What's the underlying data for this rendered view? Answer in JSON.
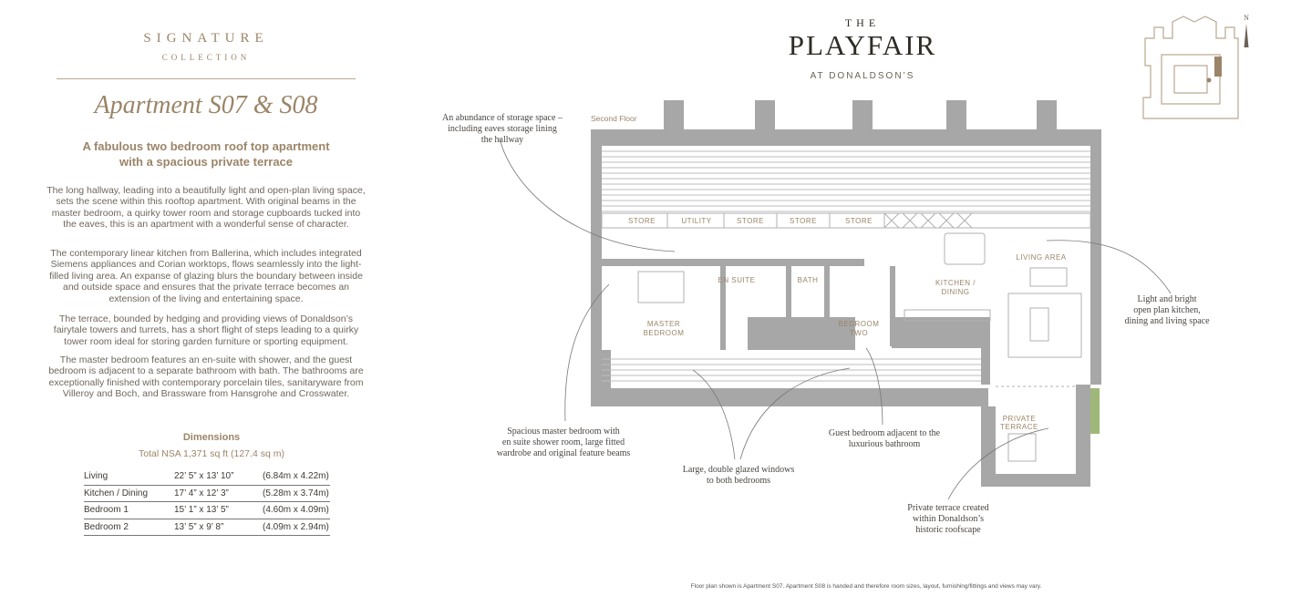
{
  "collection": {
    "title": "SIGNATURE",
    "subtitle": "COLLECTION"
  },
  "apartment_title": "Apartment S07 & S08",
  "headline_line1": "A fabulous two bedroom roof top apartment",
  "headline_line2": "with a spacious private terrace",
  "paragraphs": [
    "The long hallway, leading into a beautifully light and open-plan living space, sets the scene within this rooftop apartment. With original beams in the master bedroom, a quirky tower room and storage cupboards tucked into the eaves, this is an apartment with a wonderful sense of character.",
    "The contemporary linear kitchen from Ballerina, which includes integrated Siemens appliances and Corian worktops, flows seamlessly into the light-filled living area. An expanse of glazing blurs the boundary between inside and outside space and ensures that the private terrace becomes an extension of the living and entertaining space.",
    "The terrace, bounded by hedging and providing views of Donaldson’s fairytale towers and turrets, has a short flight of steps leading to a quirky tower room ideal for storing garden furniture or sporting equipment.",
    "The master bedroom features an en-suite with shower, and the guest bedroom is adjacent to a separate bathroom with bath. The bathrooms are exceptionally finished with contemporary porcelain tiles, sanitaryware from Villeroy and Boch, and Brassware from Hansgrohe and Crosswater."
  ],
  "dimensions": {
    "title": "Dimensions",
    "total": "Total NSA 1,371 sq ft (127.4 sq m)",
    "rows": [
      {
        "room": "Living",
        "imperial": "22’ 5” x 13’ 10”",
        "metric": "(6.84m x 4.22m)"
      },
      {
        "room": "Kitchen / Dining",
        "imperial": "17’ 4” x 12’ 3”",
        "metric": "(5.28m x 3.74m)"
      },
      {
        "room": "Bedroom 1",
        "imperial": "15’ 1” x 13’ 5”",
        "metric": "(4.60m x 4.09m)"
      },
      {
        "room": "Bedroom 2",
        "imperial": "13’ 5” x 9’ 8”",
        "metric": "(4.09m x 2.94m)"
      }
    ]
  },
  "logo": {
    "the": "THE",
    "main": "PLAYFAIR",
    "sub": "AT DONALDSON’S"
  },
  "compass": "N",
  "floor_label": "Second Floor",
  "rooms": {
    "store1": "STORE",
    "utility": "UTILITY",
    "store2": "STORE",
    "store3": "STORE",
    "store4": "STORE",
    "ensuite": "EN SUITE",
    "bath": "BATH",
    "master_1": "MASTER",
    "master_2": "BEDROOM",
    "bed2_1": "BEDROOM",
    "bed2_2": "TWO",
    "kitchen_1": "KITCHEN /",
    "kitchen_2": "DINING",
    "living": "LIVING AREA",
    "terrace_1": "PRIVATE",
    "terrace_2": "TERRACE"
  },
  "notes": {
    "storage": [
      "An abundance of storage space –",
      "including eaves storage lining",
      "the hallway"
    ],
    "light": [
      "Light and bright",
      "open plan kitchen,",
      "dining and living space"
    ],
    "master": [
      "Spacious master bedroom with",
      "en suite shower room, large fitted",
      "wardrobe and original feature beams"
    ],
    "windows": [
      "Large, double glazed windows",
      "to both bedrooms"
    ],
    "guest": [
      "Guest bedroom adjacent to the",
      "luxurious bathroom"
    ],
    "terrace": [
      "Private terrace created",
      "within Donaldson’s",
      "historic roofscape"
    ]
  },
  "footer": "Floor plan shown is Apartment S07. Apartment S08 is handed and therefore room sizes, layout, furnishing/fittings and views may vary.",
  "colors": {
    "gold": "#9b8568",
    "plan_grey": "#a7a7a7",
    "text": "#6b6257"
  }
}
